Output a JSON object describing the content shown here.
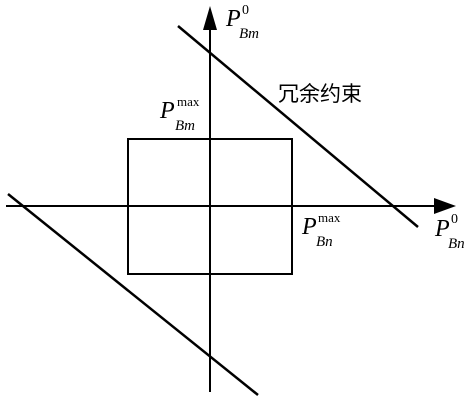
{
  "axes": {
    "y_label": {
      "main": "P",
      "sup": "0",
      "sub": "Bm"
    },
    "x_label": {
      "main": "P",
      "sup": "0",
      "sub": "Bn"
    }
  },
  "annotations": {
    "y_max": {
      "main": "P",
      "sup": "max",
      "sub": "Bm"
    },
    "x_max": {
      "main": "P",
      "sup": "max",
      "sub": "Bn"
    },
    "constraint_label": "冗余约束"
  }
}
